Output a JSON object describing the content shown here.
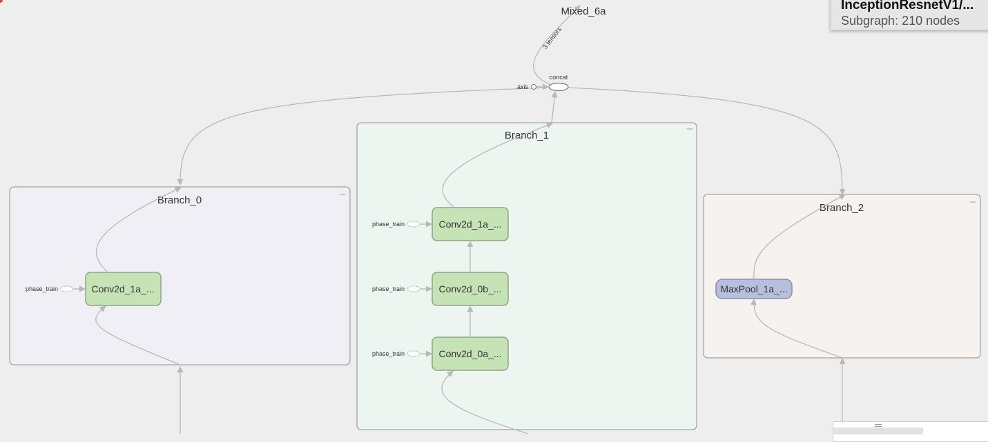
{
  "info_card": {
    "title": "InceptionResnetV1/...",
    "subtitle": "Subgraph: 210 nodes"
  },
  "graph": {
    "top_node": "Mixed_6a",
    "edge_label": "3 tensors",
    "concat_label": "concat",
    "axis_label": "axis",
    "branches": [
      {
        "name": "Branch_0",
        "color": "#f1eff6",
        "nodes": [
          {
            "label": "Conv2d_1a_...",
            "input": "phase_train"
          }
        ]
      },
      {
        "name": "Branch_1",
        "color": "#edf5f1",
        "nodes": [
          {
            "label": "Conv2d_1a_...",
            "input": "phase_train"
          },
          {
            "label": "Conv2d_0b_...",
            "input": "phase_train"
          },
          {
            "label": "Conv2d_0a_...",
            "input": "phase_train"
          }
        ]
      },
      {
        "name": "Branch_2",
        "color": "#f5f2ef",
        "nodes": [
          {
            "label": "MaxPool_1a_..."
          }
        ]
      }
    ]
  },
  "colors": {
    "background": "#eeeeee",
    "conv_node_fill": "#c5e3b4",
    "conv_node_stroke": "#8fa58a",
    "pool_node_fill": "#b6bfdb",
    "pool_node_stroke": "#8a90a8",
    "edge": "#b8b8b8"
  }
}
